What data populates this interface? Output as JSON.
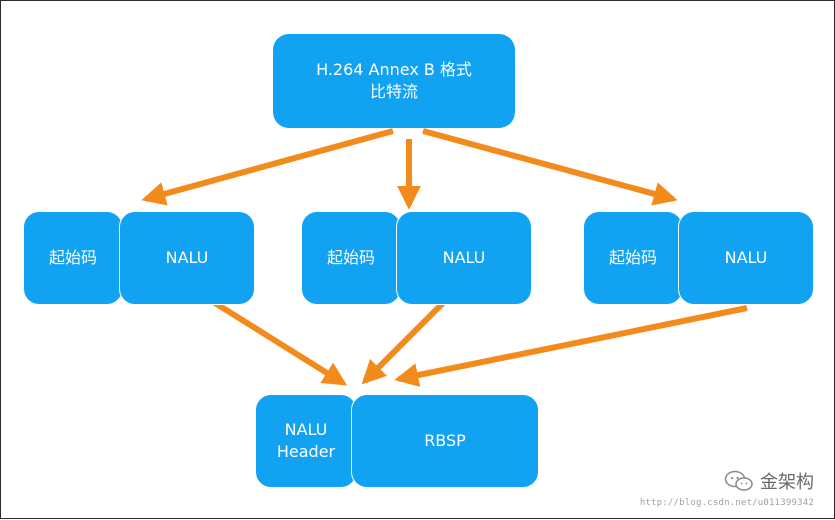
{
  "diagram": {
    "top": {
      "line1": "H.264 Annex B 格式",
      "line2": "比特流"
    },
    "groups": [
      {
        "start_code": "起始码",
        "nalu": "NALU"
      },
      {
        "start_code": "起始码",
        "nalu": "NALU"
      },
      {
        "start_code": "起始码",
        "nalu": "NALU"
      }
    ],
    "bottom": {
      "header_line1": "NALU",
      "header_line2": "Header",
      "rbsp": "RBSP"
    }
  },
  "colors": {
    "box": "#11a2f2",
    "arrow": "#f28a1c",
    "border": "#2b2b2b"
  },
  "watermark": {
    "brand": "金架构",
    "url": "http://blog.csdn.net/u011399342"
  }
}
